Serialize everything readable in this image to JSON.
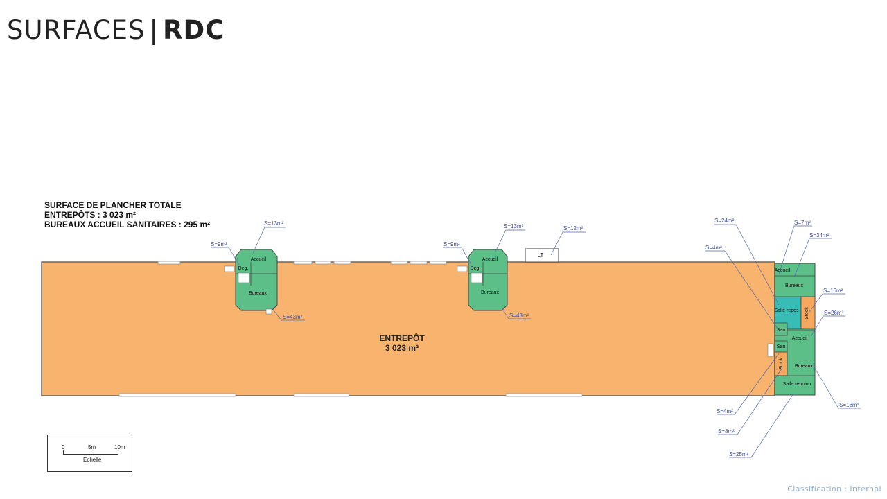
{
  "title": {
    "prefix": "SURFACES",
    "separator": "|",
    "level": "RDC"
  },
  "summary": {
    "line1": "SURFACE DE PLANCHER TOTALE",
    "line2": "ENTREPÔTS : 3 023 m²",
    "line3": "BUREAUX ACCUEIL SANITAIRES : 295 m²"
  },
  "warehouse": {
    "label": "ENTREPÔT",
    "area": "3 023 m²"
  },
  "colors": {
    "warehouse": "#f8b46e",
    "office": "#5cbf87",
    "rest": "#38bcb6",
    "stock": "#f5a85e",
    "line": "#5566aa"
  },
  "rooms": {
    "accueil": "Accueil",
    "deg": "Deg.",
    "bureaux": "Bureaux",
    "salle_repos": "Salle repos",
    "san": "San",
    "stock": "Stock",
    "salle_reunion": "Salle réunion",
    "lt": "LT"
  },
  "callouts": {
    "a": "S=13m²",
    "b": "S=9m²",
    "c": "S=43m²",
    "d": "S=13m²",
    "e": "S=9m²",
    "f": "S=43m²",
    "g": "S=12m²",
    "h": "S=24m²",
    "i": "S=7m²",
    "j": "S=34m²",
    "k": "S=4m²",
    "l": "S=16m²",
    "m": "S=26m²",
    "n": "S=18m²",
    "o": "S=4m²",
    "p": "S=8m²",
    "q": "S=25m²"
  },
  "scale": {
    "zero": "0",
    "five": "5m",
    "ten": "10m",
    "label": "Echelle"
  },
  "classification": "Classification : Internal"
}
